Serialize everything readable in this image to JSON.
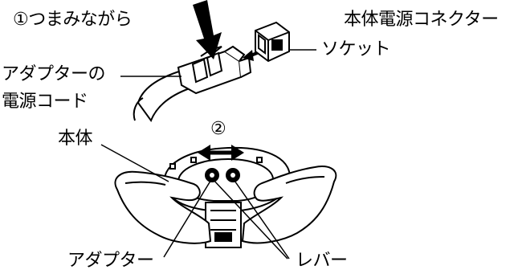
{
  "labels": {
    "step1": "①つまみながら",
    "connector_line1": "本体電源コネクター",
    "connector_line2": "ソケット",
    "adapter_cord_line1": "アダプターの",
    "adapter_cord_line2": "電源コード",
    "step2": "②",
    "main_body": "本体",
    "adapter": "アダプター",
    "lever": "レバー"
  },
  "colors": {
    "ink": "#000000",
    "paper": "#ffffff"
  }
}
